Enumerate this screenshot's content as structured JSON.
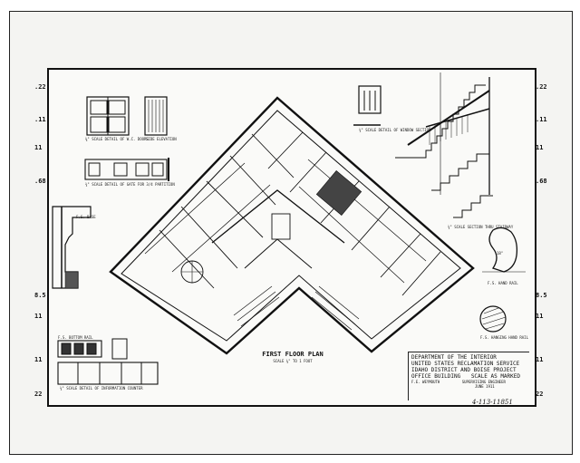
{
  "margin_marks_left": [
    ".22",
    ".11",
    "11",
    ".68",
    "8.5",
    "11",
    "11",
    "22"
  ],
  "margin_marks_right": [
    ".22",
    ".11",
    "11",
    ".68",
    "8.5",
    "11",
    "11",
    "22"
  ],
  "plan": {
    "title": "FIRST FLOOR PLAN",
    "scale": "SCALE ⅛\" TO 1 FOOT"
  },
  "details": {
    "door_elevation": "⅜\" SCALE DETAIL OF W.C. DOORS",
    "side_elevation": "SIDE ELEVATION",
    "counter_detail": "¾\" SCALE DETAIL OF GATE FOR 3/4 PARTITION",
    "window_section": "¾\" SCALE DETAIL OF WINDOW SECTION",
    "stairway": "¾\" SCALE SECTION THRU STAIRWAY",
    "base": "F.S. BASE",
    "hand_rail": "F.S. HAND RAIL",
    "hanging_hand_rail": "F.S. HANGING HAND RAIL",
    "cabinet": "¾\" SCALE DETAIL OF INFORMATION COUNTER",
    "bottom_rail": "F.S. BOTTOM RAIL",
    "dim_18": "18\""
  },
  "title_block": {
    "line1": "DEPARTMENT OF THE INTERIOR",
    "line2": "UNITED STATES RECLAMATION SERVICE",
    "line3": "IDAHO DISTRICT AND BOISE PROJECT",
    "line4_left": "OFFICE BUILDING",
    "line4_right": "SCALE AS MARKED",
    "line5_left": "F.E. WEYMOUTH",
    "line5_right": "SUPERVISING ENGINEER",
    "date": "JUNE 1911"
  },
  "handwritten_number": "4-113-11851"
}
